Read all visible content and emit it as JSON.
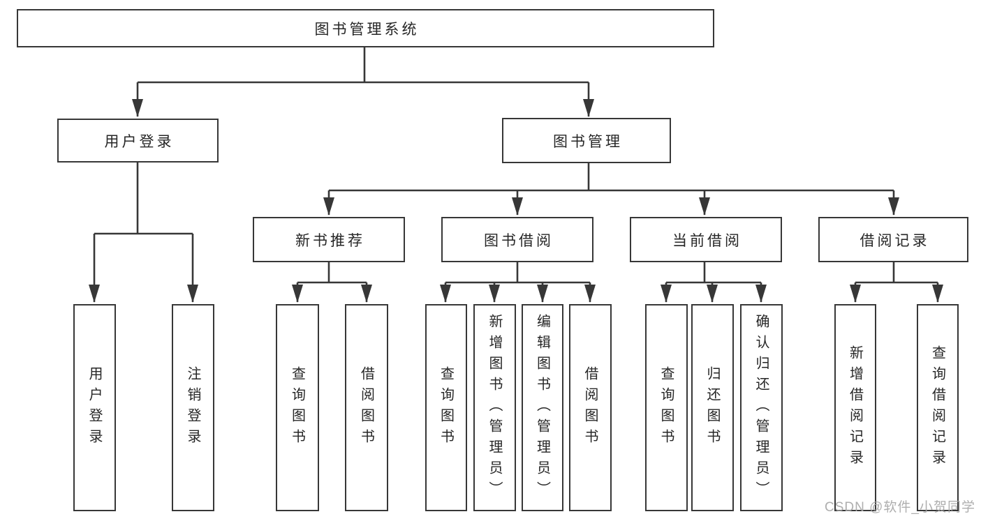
{
  "tree": {
    "label": "图书管理系统",
    "children": [
      {
        "label": "用户登录",
        "children": [
          {
            "label": "用户登录"
          },
          {
            "label": "注销登录"
          }
        ]
      },
      {
        "label": "图书管理",
        "children": [
          {
            "label": "新书推荐",
            "children": [
              {
                "label": "查询图书"
              },
              {
                "label": "借阅图书"
              }
            ]
          },
          {
            "label": "图书借阅",
            "children": [
              {
                "label": "查询图书"
              },
              {
                "label": "新增图书（管理员）"
              },
              {
                "label": "编辑图书（管理员）"
              },
              {
                "label": "借阅图书"
              }
            ]
          },
          {
            "label": "当前借阅",
            "children": [
              {
                "label": "查询图书"
              },
              {
                "label": "归还图书"
              },
              {
                "label": "确认归还（管理员）"
              }
            ]
          },
          {
            "label": "借阅记录",
            "children": [
              {
                "label": "新增借阅记录"
              },
              {
                "label": "查询借阅记录"
              }
            ]
          }
        ]
      }
    ]
  },
  "watermark": {
    "text": "CSDN @软件_小贺同学"
  },
  "colors": {
    "line": "#373737",
    "text": "#262626",
    "box_fill": "#ffffff",
    "background": "#ffffff",
    "watermark": "#a6a6a6"
  }
}
